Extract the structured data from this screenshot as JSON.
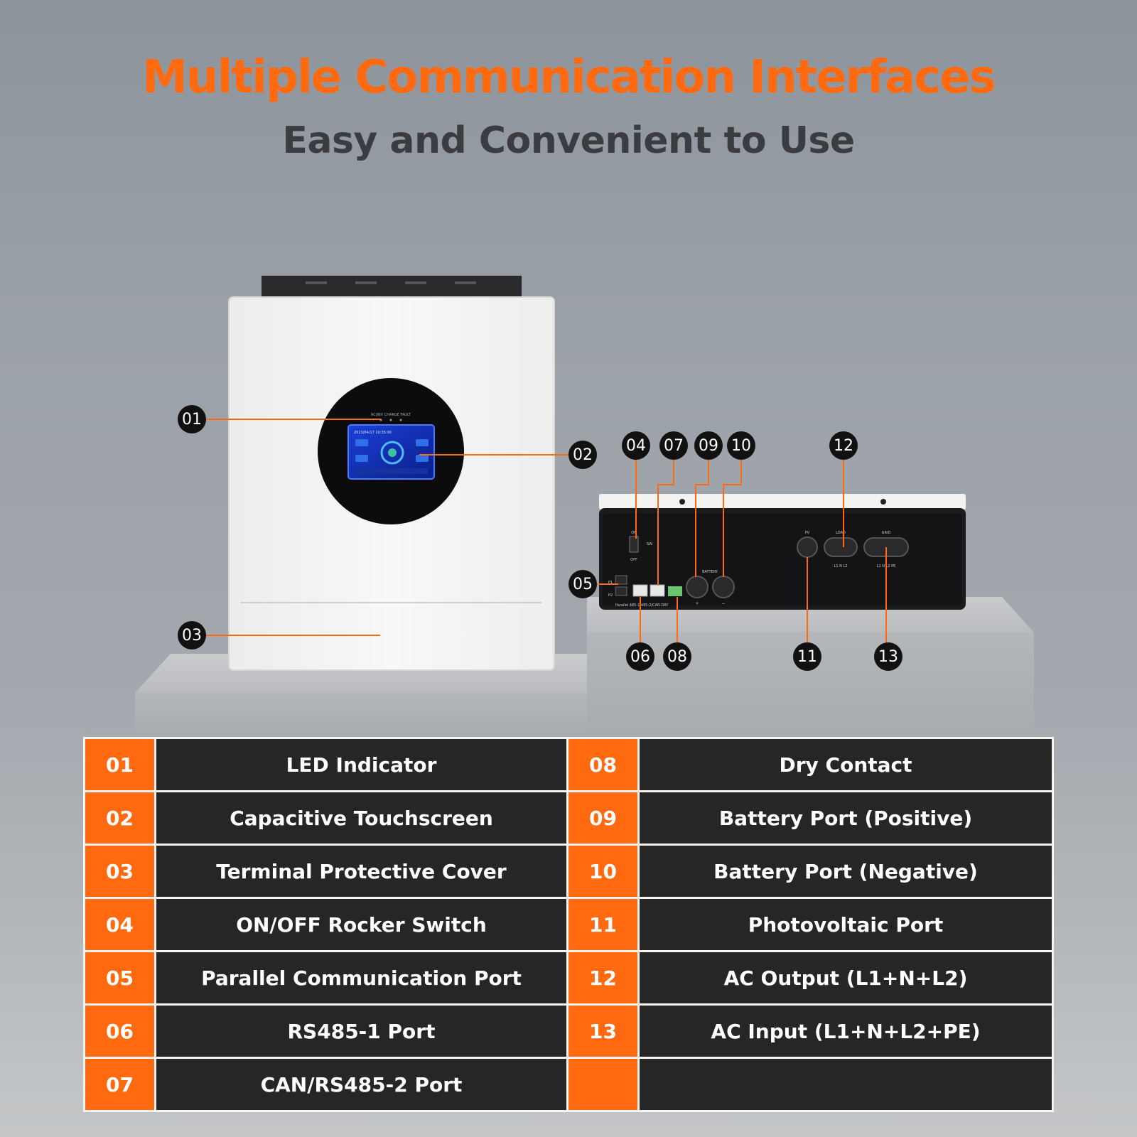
{
  "header": {
    "title": "Multiple Communication Interfaces",
    "subtitle": "Easy and Convenient to Use"
  },
  "colors": {
    "accent": "#ff6a10",
    "cell_dark": "#262626",
    "callout": "#111111"
  },
  "device_labels": {
    "led_indicator_text": "AC/INV CHARGE FAULT",
    "screen_timestamp": "2023/04/17 10:35:00",
    "switch_on": "ON",
    "switch_off": "OFF",
    "switch_sw": "SW",
    "parallel_p1": "P1",
    "parallel_p2": "P2",
    "port_strip": "Parallel  485-1 485-2/CAN  DRY",
    "battery": "BATTERY",
    "pv": "PV",
    "load": "LOAD",
    "grid": "GRID",
    "load_terms": "L1   N   L2",
    "grid_terms": "L1  N  L2  PE",
    "plus": "+",
    "minus": "−"
  },
  "callouts": [
    "01",
    "02",
    "03",
    "04",
    "05",
    "06",
    "07",
    "08",
    "09",
    "10",
    "11",
    "12",
    "13"
  ],
  "specs_left": [
    {
      "num": "01",
      "label": "LED Indicator"
    },
    {
      "num": "02",
      "label": "Capacitive Touchscreen"
    },
    {
      "num": "03",
      "label": "Terminal Protective Cover"
    },
    {
      "num": "04",
      "label": "ON/OFF Rocker Switch"
    },
    {
      "num": "05",
      "label": "Parallel Communication Port"
    },
    {
      "num": "06",
      "label": "RS485-1 Port"
    },
    {
      "num": "07",
      "label": "CAN/RS485-2 Port"
    }
  ],
  "specs_right": [
    {
      "num": "08",
      "label": "Dry Contact"
    },
    {
      "num": "09",
      "label": "Battery Port (Positive)"
    },
    {
      "num": "10",
      "label": "Battery Port (Negative)"
    },
    {
      "num": "11",
      "label": "Photovoltaic Port"
    },
    {
      "num": "12",
      "label": "AC Output (L1+N+L2)"
    },
    {
      "num": "13",
      "label": "AC Input (L1+N+L2+PE)"
    },
    {
      "num": "",
      "label": ""
    }
  ]
}
